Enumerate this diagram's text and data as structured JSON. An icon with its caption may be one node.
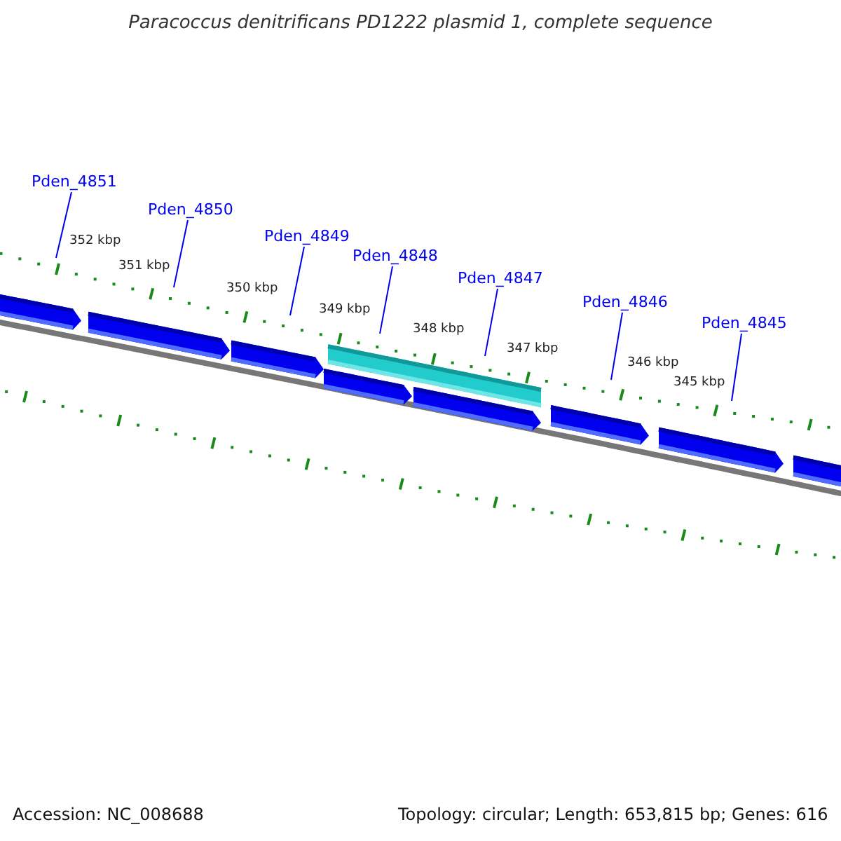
{
  "diagram": {
    "title": "Paracoccus denitrificans PD1222 plasmid 1, complete sequence",
    "nodes": [
      {
        "text": [
          "Pden_4851"
        ]
      },
      {
        "text": [
          "Pden_4850"
        ]
      },
      {
        "text": [
          "Pden_4849"
        ]
      },
      {
        "text": [
          "Pden_4848"
        ]
      },
      {
        "text": [
          "Pden_4847"
        ]
      },
      {
        "text": [
          "Pden_4846"
        ]
      },
      {
        "text": [
          "Pden_4845"
        ]
      }
    ],
    "edges": [
      {
        "from": 0,
        "to": null,
        "arrow": "none"
      },
      {
        "from": 1,
        "to": null,
        "arrow": "none"
      },
      {
        "from": 2,
        "to": null,
        "arrow": "none"
      },
      {
        "from": 3,
        "to": null,
        "arrow": "none"
      },
      {
        "from": 4,
        "to": null,
        "arrow": "none"
      },
      {
        "from": 5,
        "to": null,
        "arrow": "none"
      },
      {
        "from": 6,
        "to": null,
        "arrow": "none"
      }
    ],
    "labels": [
      "352 kbp",
      "351 kbp",
      "350 kbp",
      "349 kbp",
      "348 kbp",
      "347 kbp",
      "346 kbp",
      "345 kbp",
      "Accession: NC_008688",
      "Topology: circular; Length: 653,815 bp; Genes: 616"
    ]
  }
}
